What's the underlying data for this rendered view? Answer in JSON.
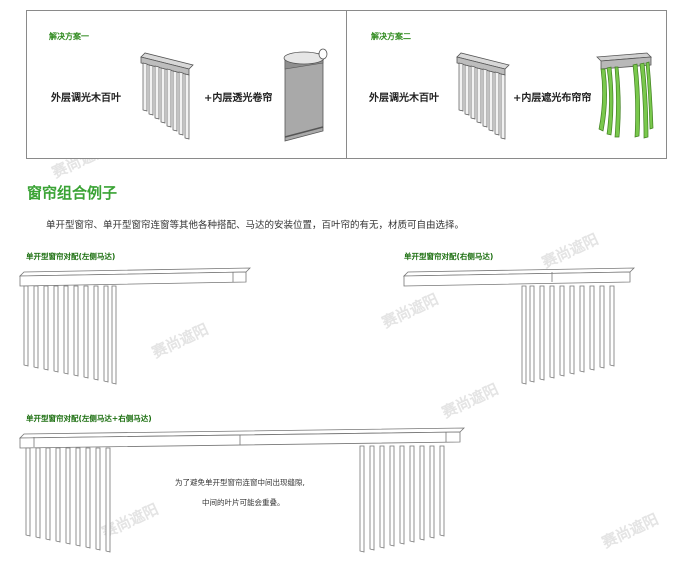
{
  "watermark": "赛尚遮阳",
  "solutions": [
    {
      "title": "解决方案一",
      "outer": "外层调光木百叶",
      "inner": "+内层透光卷帘"
    },
    {
      "title": "解决方案二",
      "outer": "外层调光木百叶",
      "inner": "+内层遮光布帘帘"
    }
  ],
  "section": {
    "title": "窗帘组合例子",
    "intro": "单开型窗帘、单开型窗帘连窗等其他各种搭配、马达的安装位置，百叶帘的有无，材质可自由选择。"
  },
  "configs": {
    "left_motor": "单开型窗帘对配(左侧马达)",
    "right_motor": "单开型窗帘对配(右侧马达)",
    "both_motor": "单开型窗帘对配(左侧马达+右侧马达)"
  },
  "notes": {
    "line1": "为了避免单开型窗帘连窗中间出现缝隙,",
    "line2": "中间的叶片可能会重叠。"
  },
  "colors": {
    "accent": "#3aa335",
    "curtain_green": "#79c84c",
    "frame": "#8a8a8a"
  }
}
